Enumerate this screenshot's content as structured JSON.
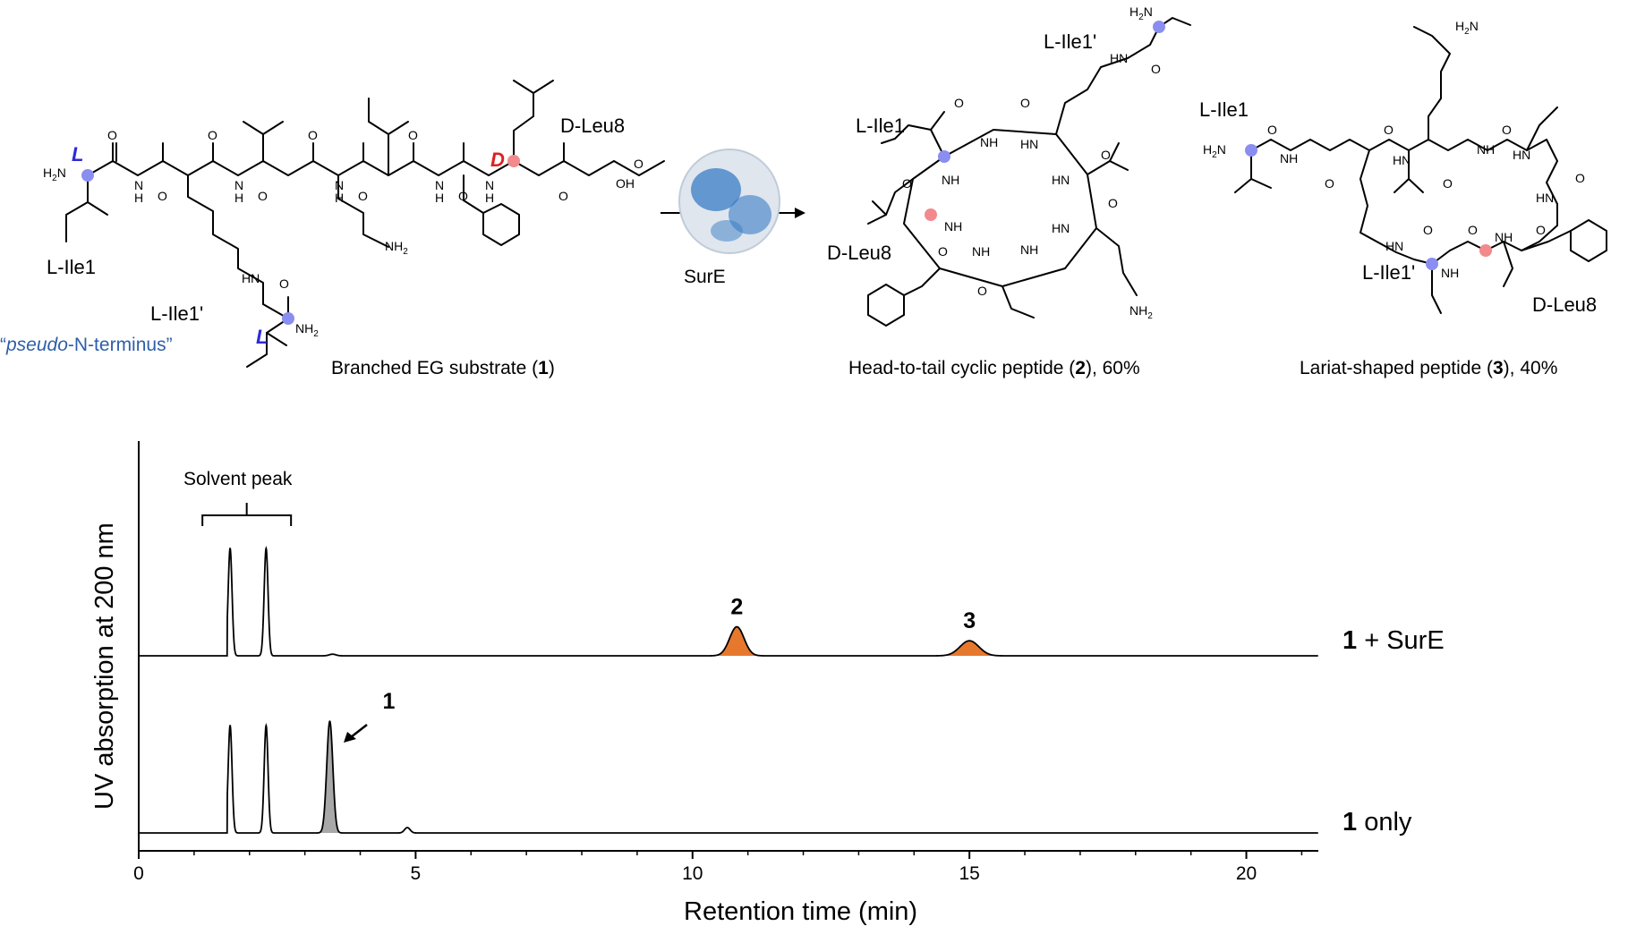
{
  "colors": {
    "trace": "#000000",
    "product_peak_fill": "#e6782e",
    "substrate_peak_fill": "#a8a8a8",
    "l_stereocenter": "#8a8ef0",
    "d_stereocenter": "#f2898c",
    "l_label": "#2b2bd6",
    "d_label": "#e02020",
    "pseudo_label": "#2f5ea8",
    "enzyme": "#3a7cc4"
  },
  "scheme": {
    "enzyme_label": "SurE",
    "substrate": {
      "caption_pre": "Branched EG substrate (",
      "caption_num": "1",
      "caption_post": ")",
      "labels": {
        "ile1": "L-Ile1",
        "ile1p": "L-Ile1'",
        "leu8": "D-Leu8"
      },
      "stereo": {
        "l1": "L",
        "l2": "L",
        "d": "D"
      },
      "pseudo_open": "“",
      "pseudo_italic": "pseudo",
      "pseudo_rest": "-N-terminus”",
      "atoms": {
        "h2n": "H2N",
        "oh": "OH",
        "nh2_lys": "NH2",
        "nh2_ile": "NH2",
        "hn_side": "HN",
        "o": "O",
        "n": "N",
        "h": "H"
      }
    },
    "product2": {
      "caption_pre": "Head-to-tail cyclic peptide (",
      "caption_num": "2",
      "caption_post": "), 60%",
      "labels": {
        "ile1": "L-Ile1",
        "ile1p": "L-Ile1'",
        "leu8": "D-Leu8"
      },
      "atoms": {
        "h2n": "H2N",
        "nh2": "NH2",
        "nh": "NH",
        "hn": "HN",
        "o": "O"
      }
    },
    "product3": {
      "caption_pre": "Lariat-shaped peptide (",
      "caption_num": "3",
      "caption_post": "), 40%",
      "labels": {
        "ile1": "L-Ile1",
        "ile1p": "L-Ile1'",
        "leu8": "D-Leu8"
      },
      "atoms": {
        "h2n": "H2N",
        "h2n_top": "H2N",
        "nh": "NH",
        "hn": "HN",
        "o": "O"
      }
    }
  },
  "chart_data": {
    "type": "line",
    "xlabel": "Retention time (min)",
    "ylabel": "UV absorption at 200 nm",
    "xlim": [
      0,
      21.3
    ],
    "xticks": [
      0,
      5,
      10,
      15,
      20
    ],
    "grid": false,
    "legend": "none",
    "solvent_peak_label": "Solvent peak",
    "series": [
      {
        "name": "1 + SurE",
        "label_num": "1",
        "label_rest": " + SurE",
        "baseline": 0,
        "peaks": [
          {
            "x": 1.65,
            "height": 100,
            "width": 0.035,
            "filled": false
          },
          {
            "x": 2.3,
            "height": 100,
            "width": 0.035,
            "filled": false
          },
          {
            "x": 3.5,
            "height": 1.5,
            "width": 0.06,
            "filled": false
          },
          {
            "x": 10.8,
            "height": 27,
            "width": 0.13,
            "filled": true,
            "label": "2"
          },
          {
            "x": 15.0,
            "height": 14,
            "width": 0.17,
            "filled": true,
            "label": "3"
          }
        ]
      },
      {
        "name": "1 only",
        "label_num": "1",
        "label_rest": " only",
        "baseline": 0,
        "peaks": [
          {
            "x": 1.65,
            "height": 100,
            "width": 0.035,
            "filled": false
          },
          {
            "x": 2.3,
            "height": 100,
            "width": 0.035,
            "filled": false
          },
          {
            "x": 3.45,
            "height": 104,
            "width": 0.055,
            "filled": true,
            "label": "1"
          },
          {
            "x": 4.85,
            "height": 5,
            "width": 0.05,
            "filled": false
          }
        ]
      }
    ]
  }
}
